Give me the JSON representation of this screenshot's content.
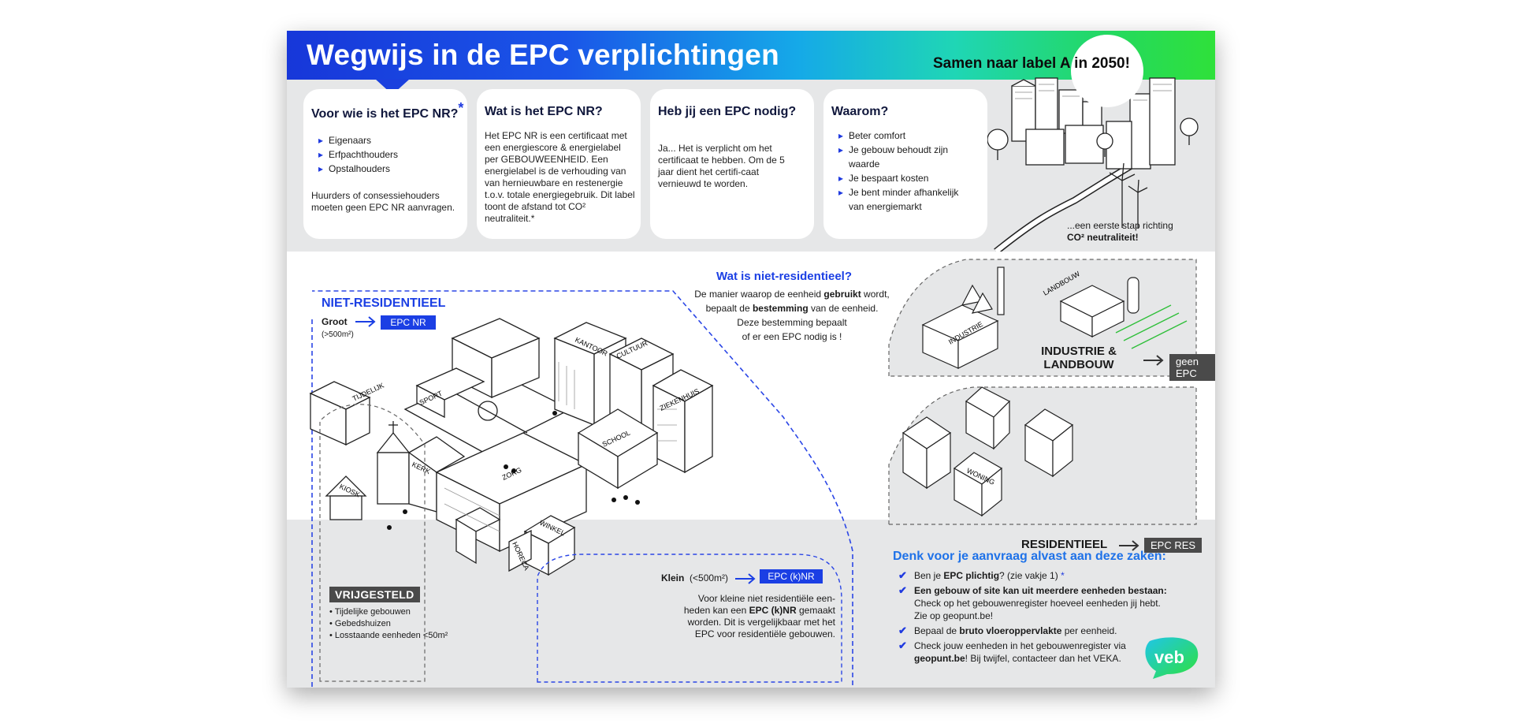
{
  "header": {
    "title": "Wegwijs in de  EPC verplichtingen",
    "slogan": "Samen naar label A in 2050!"
  },
  "cards": [
    {
      "title_plain": "Voor ",
      "title_bold": "wie",
      "title_rest": " is het EPC NR?",
      "star": "*",
      "items": [
        "Eigenaars",
        "Erfpachthouders",
        "Opstalhouders"
      ],
      "note": "Huurders of consessiehouders moeten geen EPC NR aanvragen."
    },
    {
      "title_plain": "Wat is het ",
      "title_bold": "EPC NR?",
      "text": "Het EPC NR is een certificaat met een energiescore & energielabel per GEBOUWEENHEID. Een energielabel is de verhouding van van hernieuwbare en restenergie t.o.v. totale energiegebruik. Dit label toont de afstand tot CO² neutraliteit.*"
    },
    {
      "title_plain": "Heb jij een EPC nodig?",
      "text": "Ja... Het is verplicht om het certificaat te hebben. Om de 5 jaar dient het certifi-caat vernieuwd te worden."
    },
    {
      "title_plain": "Waarom?",
      "items": [
        "Beter comfort",
        "Je gebouw behoudt zijn waarde",
        "Je bespaart kosten",
        "Je bent minder afhankelijk van energiemarkt"
      ]
    }
  ],
  "city_caption": {
    "line1": "...een eerste stap richting",
    "line2": "CO² neutraliteit!"
  },
  "definition": {
    "title_plain": "Wat is ",
    "title_bold": "niet-residentieel?",
    "line1a": "De manier waarop de eenheid ",
    "line1b": "gebruikt",
    "line1c": " wordt,",
    "line2a": "bepaalt de ",
    "line2b": "bestemming",
    "line2c": " van de eenheid.",
    "line3": "Deze bestemming bepaalt",
    "line4": "of er een EPC nodig is !"
  },
  "non_res": {
    "title": "NIET-RESIDENTIEEL",
    "groot": "Groot",
    "groot_sub": "(>500m²)",
    "groot_tag": "EPC NR",
    "building_labels": [
      "KANTOOR",
      "CULTUUR",
      "ZIEKENHUIS",
      "SCHOOL",
      "SPORT",
      "TIJDELIJK",
      "KERK",
      "KIOSK",
      "ZORG",
      "WINKEL",
      "HORECA"
    ],
    "klein": "Klein",
    "klein_sub": "(<500m²)",
    "klein_tag": "EPC (k)NR",
    "klein_text_1": "Voor kleine niet residentiële een-",
    "klein_text_2a": "heden kan een ",
    "klein_text_2b": "EPC (k)NR",
    "klein_text_2c": " gemaakt",
    "klein_text_3": "worden. Dit is vergelijkbaar met het",
    "klein_text_4": "EPC voor residentiële gebouwen."
  },
  "exempt": {
    "title": "VRIJGESTELD",
    "items": [
      "• Tijdelijke gebouwen",
      "• Gebedshuizen",
      "• Losstaande eenheden <50m²"
    ]
  },
  "industry": {
    "labels": [
      "INDUSTRIE",
      "LANDBOUW"
    ],
    "title1": "INDUSTRIE &",
    "title2": "LANDBOUW",
    "tag": "geen EPC"
  },
  "residential": {
    "label": "WONING",
    "title": "RESIDENTIEEL",
    "tag": "EPC RES"
  },
  "checklist": {
    "title": "Denk voor je aanvraag alvast aan deze zaken:",
    "items": [
      {
        "a": "Ben je ",
        "b": "EPC plichtig",
        "c": "? (zie vakje 1) ",
        "star": "*"
      },
      {
        "b": "Een gebouw of site kan uit meerdere eenheden bestaan:",
        "sub1": "Check op het gebouwenregister hoeveel eenheden jij hebt.",
        "sub2": "Zie op geopunt.be!"
      },
      {
        "a": "Bepaal de ",
        "b": "bruto vloeroppervlakte",
        "c": " per eenheid."
      },
      {
        "a": "Check jouw eenheden in het gebouwenregister via",
        "b2": "geopunt.be",
        "c2": "! Bij twijfel, contacteer dan het VEKA."
      }
    ]
  },
  "logo": "veb",
  "colors": {
    "accent_blue": "#1b3fe4",
    "title_blue": "#1f72e8",
    "dark_box": "#4a4a4a",
    "logo_cyan": "#1fc6e8",
    "logo_green": "#2fe13a"
  }
}
